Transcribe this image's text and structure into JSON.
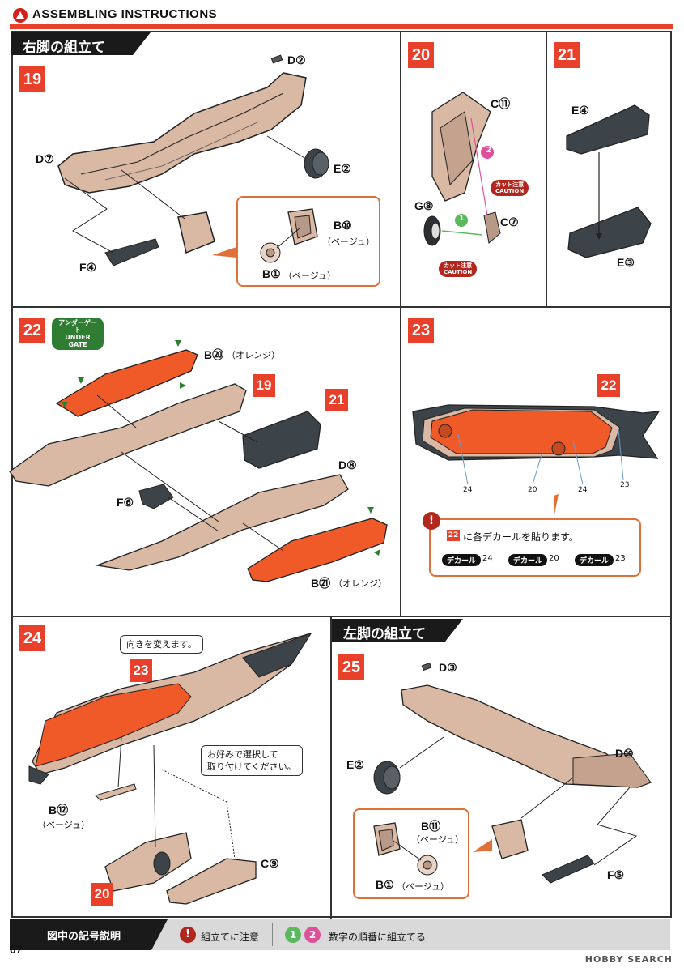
{
  "header": {
    "title": "ASSEMBLING INSTRUCTIONS"
  },
  "sections": {
    "right_leg_title": "右脚の組立て",
    "left_leg_title": "左脚の組立て"
  },
  "steps": {
    "s19": {
      "number": "19",
      "parts": {
        "d2": "D②",
        "d7": "D⑦",
        "e2": "E②",
        "f4": "F④",
        "b10": "B⑩",
        "b10_note": "（ベージュ）",
        "b1": "B①",
        "b1_note": "（ベージュ）"
      }
    },
    "s20": {
      "number": "20",
      "parts": {
        "c11": "C⑪",
        "c7": "C⑦",
        "g8": "G⑧"
      },
      "caution_jp": "カット注意",
      "caution_en": "CAUTION",
      "order_1": "1",
      "order_2": "2"
    },
    "s21": {
      "number": "21",
      "parts": {
        "e4": "E④",
        "e3": "E③"
      }
    },
    "s22": {
      "number": "22",
      "under_gate_jp": "アンダーゲート",
      "under_gate_en": "UNDER GATE",
      "ref_19": "19",
      "ref_21": "21",
      "parts": {
        "b20": "B⑳",
        "b20_note": "（オレンジ）",
        "d8": "D⑧",
        "f6": "F⑥",
        "b21": "B㉑",
        "b21_note": "（オレンジ）"
      }
    },
    "s23": {
      "number": "23",
      "ref_22": "22",
      "decal_nums": [
        "24",
        "20",
        "24",
        "23"
      ],
      "note_ref": "22",
      "note_text": "に各デカールを貼ります。",
      "decal_tag": "デカール",
      "decal_seq": [
        "24",
        "20",
        "23"
      ]
    },
    "s24": {
      "number": "24",
      "bubble_turn": "向きを変えます。",
      "bubble_choose_1": "お好みで選択して",
      "bubble_choose_2": "取り付けてください。",
      "ref_23": "23",
      "ref_20": "20",
      "parts": {
        "b12": "B⑫",
        "b12_note": "（ベージュ）",
        "c9": "C⑨"
      }
    },
    "s25": {
      "number": "25",
      "parts": {
        "d3": "D③",
        "e2": "E②",
        "d10": "D⑩",
        "f5": "F⑤",
        "b11": "B⑪",
        "b11_note": "（ベージュ）",
        "b1": "B①",
        "b1_note": "（ベージュ）"
      }
    }
  },
  "legend": {
    "title": "図中の記号説明",
    "caution_label": "組立てに注意",
    "order_label": "数字の順番に組立てる",
    "order_1": "1",
    "order_2": "2"
  },
  "page_number": "07",
  "watermark": "HOBBY SEARCH",
  "colors": {
    "accent_red": "#e8402a",
    "beige": "#d9b8a4",
    "orange": "#f05a28",
    "dark_gray": "#3d4449",
    "green": "#2e7d32"
  }
}
